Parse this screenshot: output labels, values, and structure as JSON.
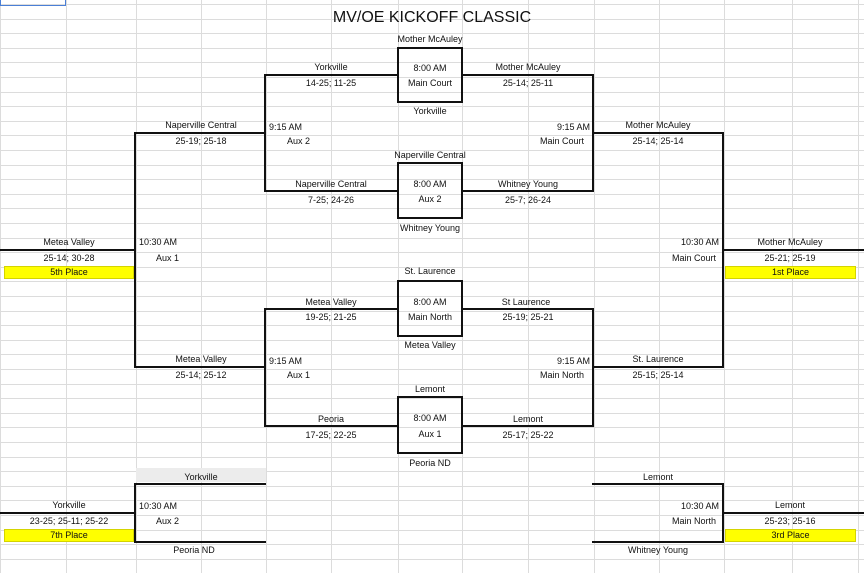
{
  "sheet": {
    "title": "MV/OE KICKOFF CLASSIC",
    "colors": {
      "place_highlight": "#ffff00",
      "grid_line": "#dcdcdc",
      "bracket_line": "#111111",
      "selection_border": "#4a7fd6"
    }
  },
  "top_left": {
    "r1_top": {
      "winner": "Yorkville",
      "score": "14-25; 11-25"
    },
    "r1_bottom": {
      "winner": "Naperville Central",
      "score": "7-25; 24-26"
    },
    "r2": {
      "winner": "Naperville Central",
      "score": "25-19; 25-18",
      "time": "9:15 AM",
      "court": "Aux 2"
    }
  },
  "top_center": {
    "match1": {
      "above": "Mother McAuley",
      "time": "8:00 AM",
      "court": "Main Court",
      "below": "Yorkville"
    },
    "match2": {
      "above": "Naperville Central",
      "time": "8:00 AM",
      "court": "Aux 2",
      "below": "Whitney Young"
    }
  },
  "top_right": {
    "r1_top": {
      "winner": "Mother McAuley",
      "score": "25-14; 25-11"
    },
    "r1_bottom": {
      "winner": "Whitney Young",
      "score": "25-7; 26-24"
    },
    "r2": {
      "winner": "Mother McAuley",
      "score": "25-14; 25-14",
      "time": "9:15 AM",
      "court": "Main Court"
    }
  },
  "bottom_left": {
    "r1_top": {
      "winner": "Metea Valley",
      "score": "19-25; 21-25"
    },
    "r1_bottom": {
      "winner": "Peoria",
      "score": "17-25; 22-25"
    },
    "r2": {
      "winner": "Metea Valley",
      "score": "25-14; 25-12",
      "time": "9:15 AM",
      "court": "Aux 1"
    }
  },
  "bottom_center": {
    "match1": {
      "above": "St. Laurence",
      "time": "8:00 AM",
      "court": "Main North",
      "below": "Metea Valley"
    },
    "match2": {
      "above": "Lemont",
      "time": "8:00 AM",
      "court": "Aux 1",
      "below": "Peoria ND"
    }
  },
  "bottom_right": {
    "r1_top": {
      "winner": "St Laurence",
      "score": "25-19; 25-21"
    },
    "r1_bottom": {
      "winner": "Lemont",
      "score": "25-17; 25-22"
    },
    "r2": {
      "winner": "St. Laurence",
      "score": "25-15; 25-14",
      "time": "9:15 AM",
      "court": "Main North"
    }
  },
  "fifth_place": {
    "winner": "Metea Valley",
    "score": "25-14; 30-28",
    "time": "10:30 AM",
    "court": "Aux 1",
    "place": "5th Place"
  },
  "first_place": {
    "winner": "Mother McAuley",
    "score": "25-21; 25-19",
    "time": "10:30 AM",
    "court": "Main Court",
    "place": "1st Place"
  },
  "seventh_place": {
    "top_team": "Yorkville",
    "bottom_team": "Peoria ND",
    "winner": "Yorkville",
    "score": "23-25; 25-11; 25-22",
    "time": "10:30 AM",
    "court": "Aux 2",
    "place": "7th Place"
  },
  "third_place": {
    "top_team": "Lemont",
    "bottom_team": "Whitney Young",
    "winner": "Lemont",
    "score": "25-23; 25-16",
    "time": "10:30 AM",
    "court": "Main North",
    "place": "3rd Place"
  }
}
